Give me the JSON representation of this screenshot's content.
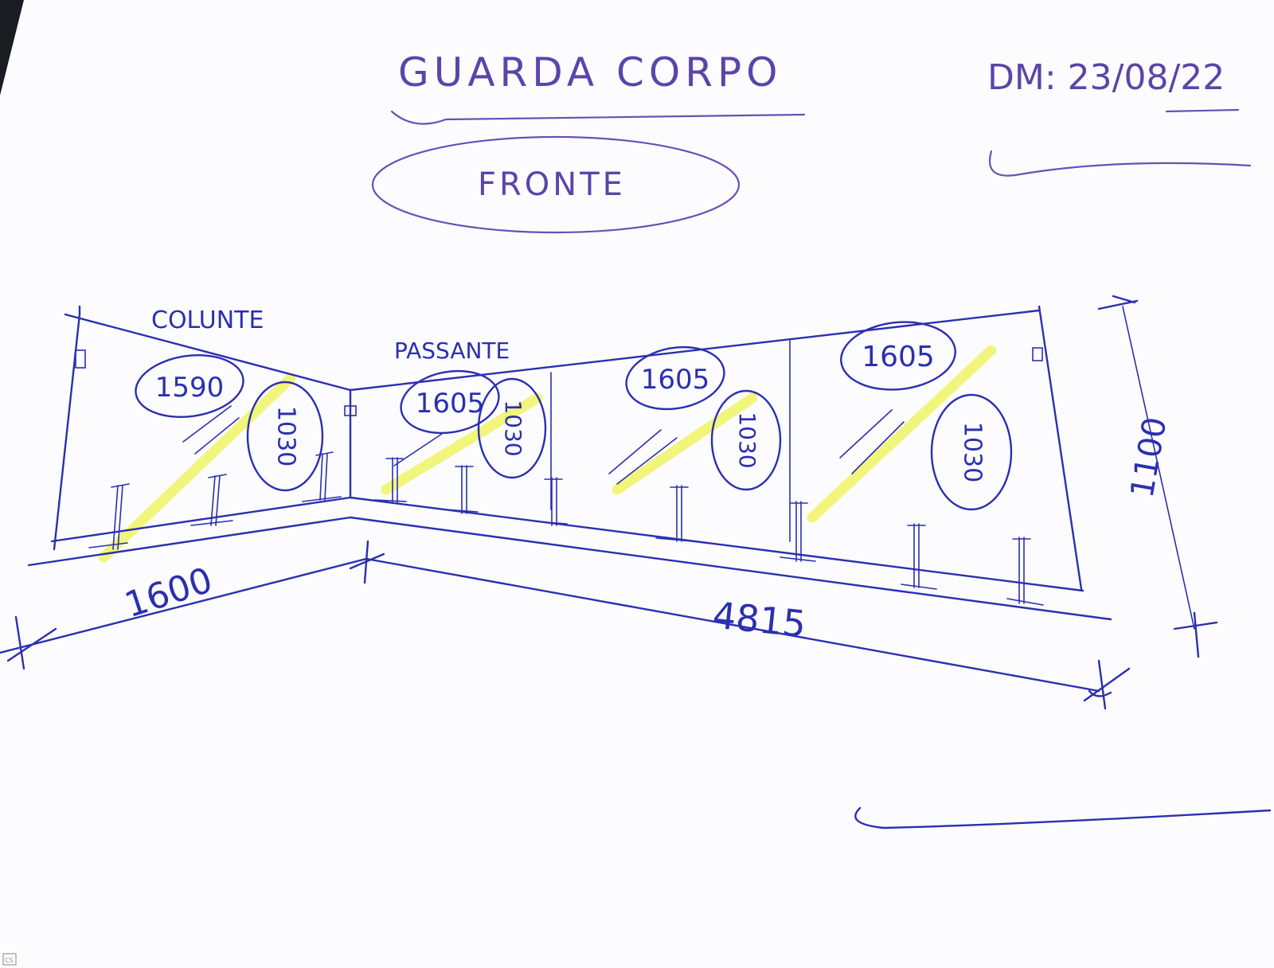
{
  "title": "GUARDA CORPO",
  "date_label": "DM: 23/08/22",
  "view_label": "FRONTE",
  "labels": {
    "column": "COLUNTE",
    "passante": "PASSANTE"
  },
  "panel_widths": [
    "1590",
    "1605",
    "1605",
    "1605"
  ],
  "panel_heights": [
    "1030",
    "1030",
    "1030",
    "1030"
  ],
  "dimensions": {
    "left_run": "1600",
    "right_run": "4815",
    "height": "1100"
  },
  "scanner_badge": "CS"
}
